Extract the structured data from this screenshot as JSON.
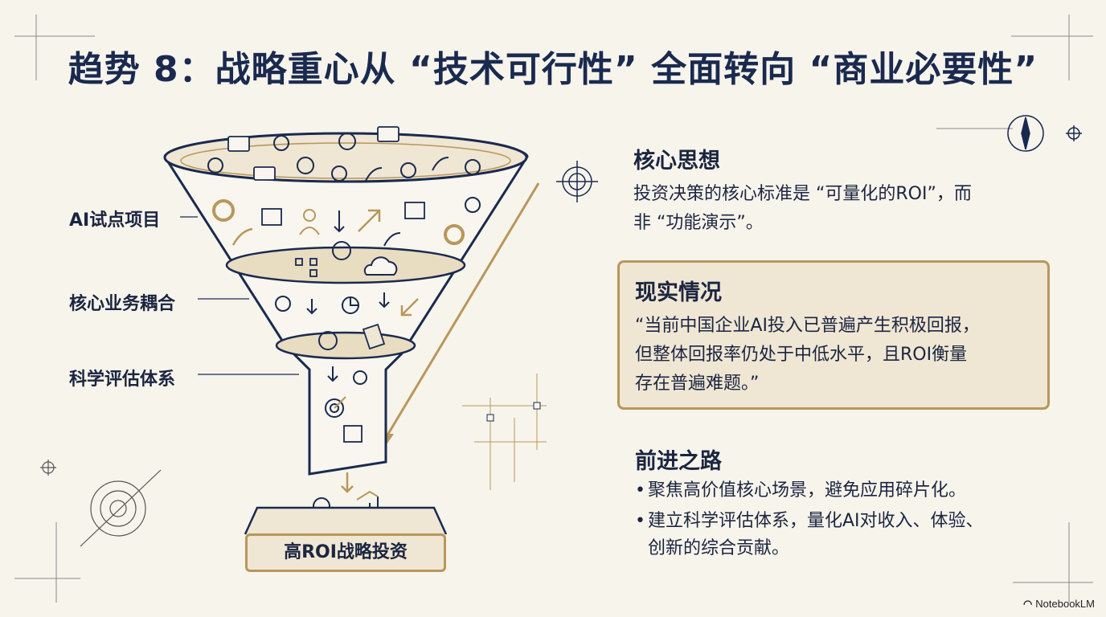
{
  "title": "趋势 8：战略重心从 “技术可行性” 全面转向 “商业必要性”",
  "funnel": {
    "stages": [
      {
        "label": "AI试点项目"
      },
      {
        "label": "核心业务耦合"
      },
      {
        "label": "科学评估体系"
      }
    ],
    "output_label": "高ROI战略投资"
  },
  "core_idea": {
    "heading": "核心思想",
    "line1": "投资决策的核心标准是 “可量化的ROI”，而",
    "line2": "非 “功能演示”。"
  },
  "reality": {
    "heading": "现实情况",
    "line1": "“当前中国企业AI投入已普遍产生积极回报，",
    "line2": "但整体回报率仍处于中低水平，且ROI衡量",
    "line3": "存在普遍难题。”"
  },
  "path_forward": {
    "heading": "前进之路",
    "bullets": [
      {
        "line1": "聚焦高价值核心场景，避免应用碎片化。",
        "line2": ""
      },
      {
        "line1": "建立科学评估体系，量化AI对收入、体验、",
        "line2": "创新的综合贡献。"
      }
    ]
  },
  "brand": "NotebookLM",
  "colors": {
    "navy": "#1a2a4f",
    "gold": "#b8975a",
    "cream": "#efe6d4",
    "background": "#f7f4ec"
  }
}
